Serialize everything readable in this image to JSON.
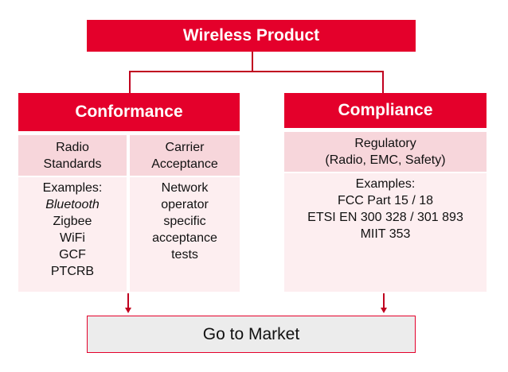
{
  "top": {
    "title": "Wireless Product"
  },
  "conformance": {
    "title": "Conformance",
    "radio": {
      "header_lines": [
        "Radio",
        "Standards"
      ],
      "examples_label": "Examples:",
      "examples": [
        "Bluetooth",
        "Zigbee",
        "WiFi",
        "GCF",
        "PTCRB"
      ]
    },
    "carrier": {
      "header_lines": [
        "Carrier",
        "Acceptance"
      ],
      "body_lines": [
        "Network",
        "operator",
        "specific",
        "acceptance",
        "tests"
      ]
    }
  },
  "compliance": {
    "title": "Compliance",
    "header_lines": [
      "Regulatory",
      "(Radio, EMC, Safety)"
    ],
    "examples_label": "Examples:",
    "examples": [
      "FCC Part 15 / 18",
      "ETSI EN 300 328 / 301 893",
      "MIIT 353"
    ]
  },
  "market": {
    "label": "Go to Market"
  },
  "colors": {
    "brand_red": "#e4002b",
    "header_pink": "#f7d6db",
    "body_pink": "#fdeef0",
    "market_gray": "#ececec"
  }
}
